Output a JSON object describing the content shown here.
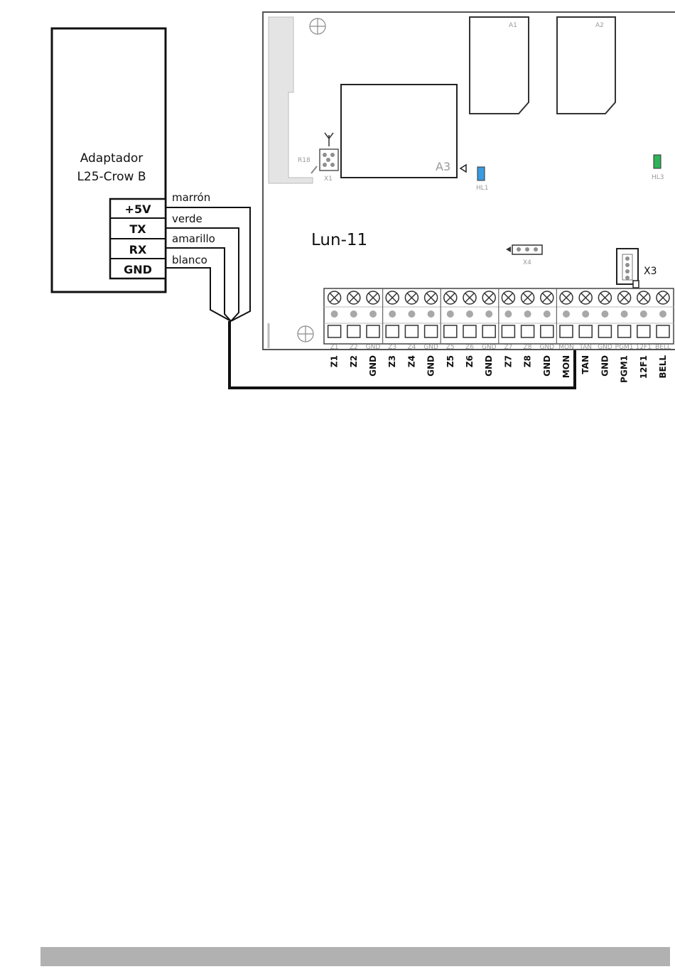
{
  "adapter": {
    "title_line1": "Adaptador",
    "title_line2": "L25-Crow B",
    "pins": [
      "+5V",
      "TX",
      "RX",
      "GND"
    ]
  },
  "wires": [
    "marrón",
    "verde",
    "amarillo",
    "blanco"
  ],
  "board": {
    "name": "Lun-11",
    "connector_label": "X3",
    "silkscreen": {
      "a1": "A1",
      "a2": "A2",
      "a3": "A3",
      "r18": "R18",
      "x1": "X1",
      "hl1": "HL1",
      "hl3": "HL3",
      "x4": "X4"
    },
    "terminals": [
      "Z1",
      "Z2",
      "GND",
      "Z3",
      "Z4",
      "GND",
      "Z5",
      "Z6",
      "GND",
      "Z7",
      "Z8",
      "GND",
      "MON",
      "TAN",
      "GND",
      "PGM1",
      "12F1",
      "BELL"
    ]
  },
  "colors": {
    "led_hl1": "#3b9be0",
    "led_hl3": "#2fb35a",
    "footer_bar": "#b1b1b1"
  }
}
